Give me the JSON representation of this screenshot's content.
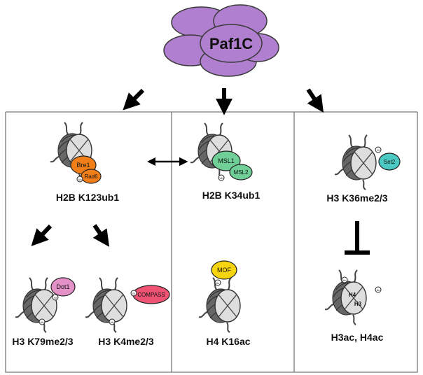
{
  "complex": {
    "label": "Paf1C",
    "color": "#b07fcf",
    "stroke": "#3a3a3a"
  },
  "colors": {
    "frame": "#777777",
    "nucleosome_dark": "#666666",
    "nucleosome_light": "#dedede",
    "bre1": "#f07f1a",
    "msl": "#6fcf97",
    "set2": "#4cc9c3",
    "dot1": "#e391c7",
    "compass": "#ef5373",
    "mof": "#f6d40f"
  },
  "proteins": {
    "bre1": "Bre1",
    "rad6": "Rad6",
    "msl1": "MSL1",
    "msl2": "MSL2",
    "set2": "Set2",
    "dot1": "Dot1",
    "compass": "COMPASS",
    "mof": "MOF"
  },
  "tags": {
    "ub": "Ub",
    "me": "M",
    "ac": "Ac"
  },
  "histones": {
    "h3": "H3",
    "h4": "H4"
  },
  "marks": {
    "h2b_k123ub1": "H2B K123ub1",
    "h2b_k34ub1": "H2B K34ub1",
    "h3_k36me23": "H3 K36me2/3",
    "h3_k79me23": "H3 K79me2/3",
    "h3_k4me23": "H3 K4me2/3",
    "h4_k16ac": "H4 K16ac",
    "h3ac_h4ac": "H3ac, H4ac"
  }
}
